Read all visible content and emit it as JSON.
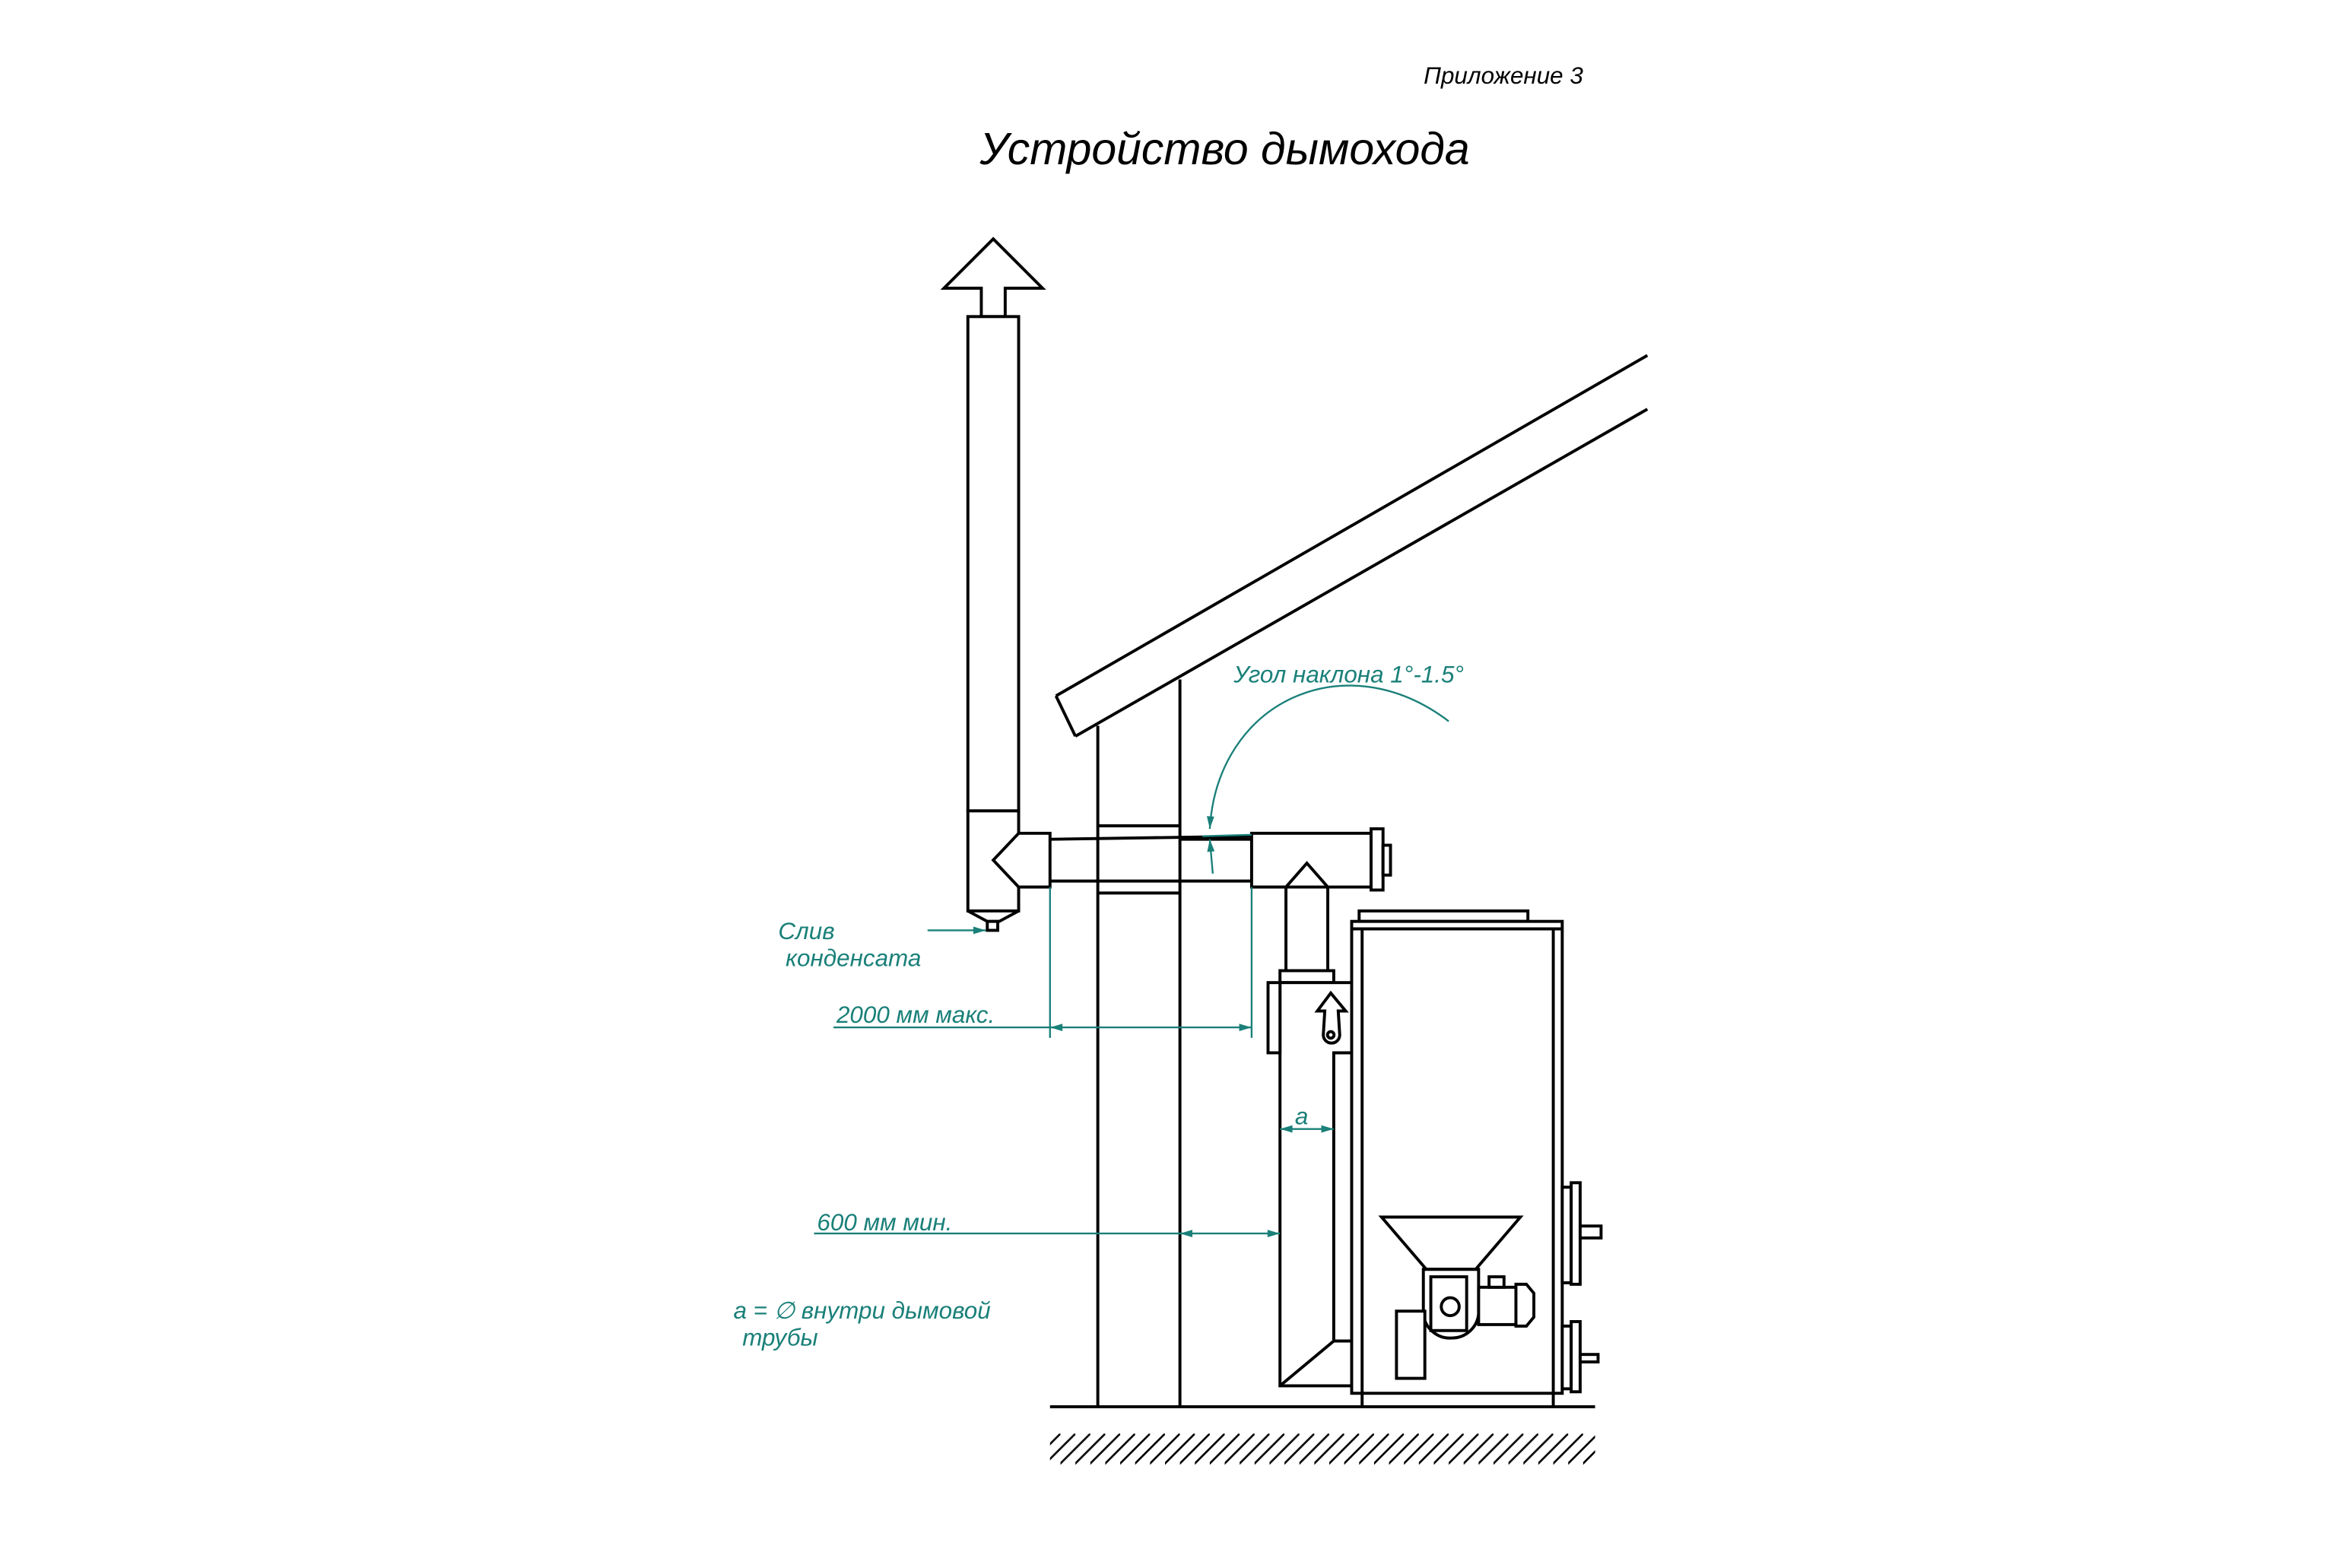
{
  "header": {
    "appendix": "Приложение 3",
    "title": "Устройство дымохода"
  },
  "labels": {
    "slope_angle": "Угол наклона 1°-1.5°",
    "drain_line1": "Слив",
    "drain_line2": "конденсата",
    "max_length": "2000 мм макс.",
    "min_distance": "600 мм мин.",
    "a_mark": "a",
    "legend_line1": "a = ∅ внутри дымовой",
    "legend_line2": "трубы"
  },
  "colors": {
    "annotation": "#1a8079",
    "lines": "#000000"
  }
}
